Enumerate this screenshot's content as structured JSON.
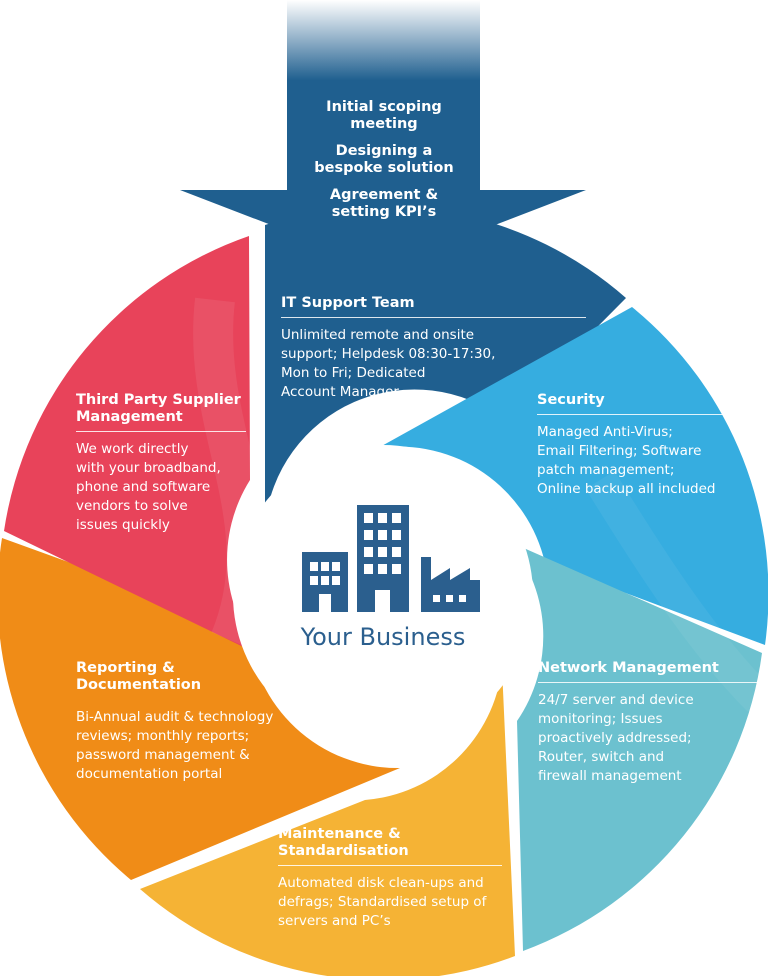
{
  "intake_steps": [
    [
      "Initial scoping",
      "meeting"
    ],
    [
      "Designing a",
      "bespoke solution"
    ],
    [
      "Agreement &",
      "setting KPI’s"
    ]
  ],
  "center": {
    "label": "Your Business",
    "icons": [
      "office-building-icon",
      "tall-tower-icon",
      "factory-icon"
    ]
  },
  "segments": [
    {
      "id": "it-support-team",
      "color": "#1f5f8f",
      "title": [
        "IT Support Team"
      ],
      "body": [
        "Unlimited remote and onsite",
        "support; Helpdesk 08:30-17:30,",
        "Mon to Fri; Dedicated",
        "Account Manager"
      ]
    },
    {
      "id": "security",
      "color": "#36ade0",
      "title": [
        "Security"
      ],
      "body": [
        "Managed Anti-Virus;",
        "Email Filtering; Software",
        "patch management;",
        "Online backup all included"
      ]
    },
    {
      "id": "network-management",
      "color": "#6cc1cf",
      "title": [
        "Network Management"
      ],
      "body": [
        "24/7 server and device",
        "monitoring; Issues",
        "proactively addressed;",
        "Router, switch and",
        "firewall management"
      ]
    },
    {
      "id": "maintenance-standardisation",
      "color": "#f5b335",
      "title": [
        "Maintenance &",
        "Standardisation"
      ],
      "body": [
        "Automated disk clean-ups and",
        "defrags; Standardised setup of",
        "servers and PC’s"
      ]
    },
    {
      "id": "reporting-documentation",
      "color": "#f08c17",
      "title": [
        "Reporting &",
        "Documentation"
      ],
      "body": [
        "Bi-Annual audit & technology",
        "reviews; monthly reports;",
        "password management &",
        "documentation portal"
      ]
    },
    {
      "id": "third-party-supplier-management",
      "color": "#e8435a",
      "title": [
        "Third Party Supplier",
        "Management"
      ],
      "body": [
        "We work directly",
        "with your broadband,",
        "phone and software",
        "vendors to solve",
        "issues quickly"
      ]
    }
  ],
  "colors": {
    "arrow": "#1f5f8f",
    "center_fill": "#ffffff",
    "icon": "#2b5f8e",
    "label": "#2b5f8e"
  }
}
